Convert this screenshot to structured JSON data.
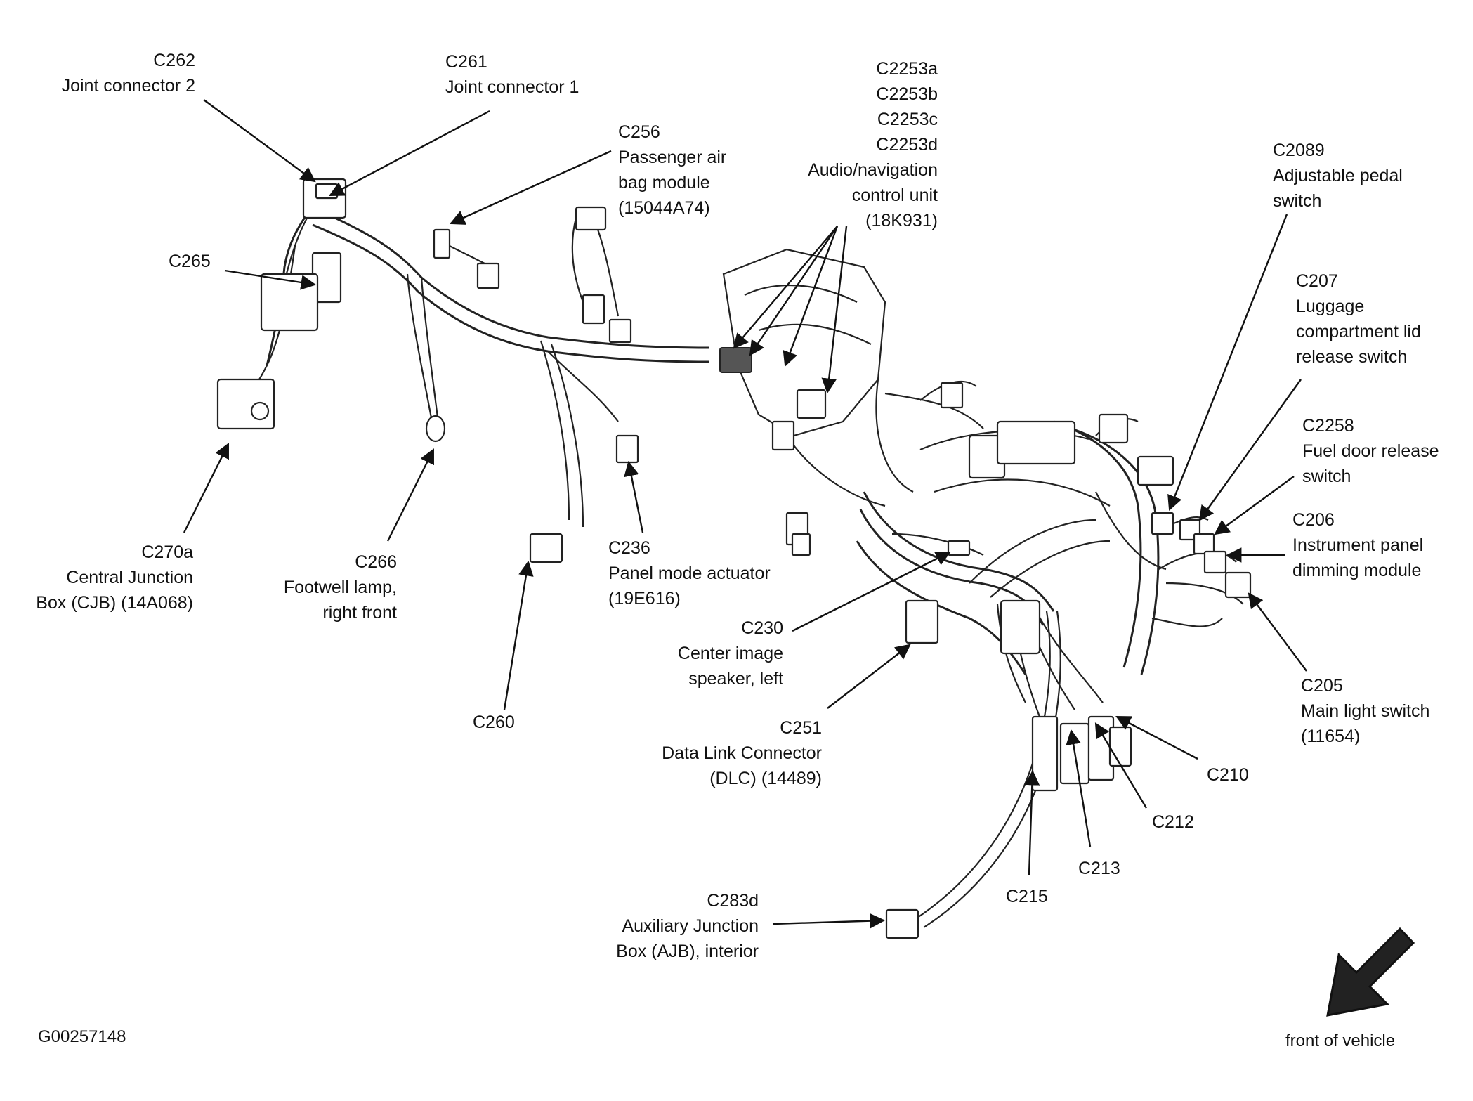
{
  "diagram_id": "G00257148",
  "direction_label": "front of vehicle",
  "icons": {
    "direction": "front-of-vehicle-arrow-icon"
  },
  "labels": {
    "c262": [
      "C262",
      "Joint connector 2"
    ],
    "c261": [
      "C261",
      "Joint connector 1"
    ],
    "c256": [
      "C256",
      "Passenger air",
      "bag module",
      "(15044A74)"
    ],
    "c2253": [
      "C2253a",
      "C2253b",
      "C2253c",
      "C2253d",
      "Audio/navigation",
      "control unit",
      "(18K931)"
    ],
    "c2089": [
      "C2089",
      "Adjustable pedal",
      "switch"
    ],
    "c207": [
      "C207",
      "Luggage",
      "compartment lid",
      "release switch"
    ],
    "c2258": [
      "C2258",
      "Fuel door release",
      "switch"
    ],
    "c206": [
      "C206",
      "Instrument panel",
      "dimming module"
    ],
    "c205": [
      "C205",
      "Main light switch",
      "(11654)"
    ],
    "c265": [
      "C265"
    ],
    "c270a": [
      "C270a",
      "Central Junction",
      "Box (CJB) (14A068)"
    ],
    "c266": [
      "C266",
      "Footwell lamp,",
      "right front"
    ],
    "c260": [
      "C260"
    ],
    "c236": [
      "C236",
      "Panel mode actuator",
      "(19E616)"
    ],
    "c230": [
      "C230",
      "Center image",
      "speaker, left"
    ],
    "c251": [
      "C251",
      "Data Link Connector",
      "(DLC) (14489)"
    ],
    "c210": [
      "C210"
    ],
    "c212": [
      "C212"
    ],
    "c213": [
      "C213"
    ],
    "c215": [
      "C215"
    ],
    "c283d": [
      "C283d",
      "Auxiliary Junction",
      "Box (AJB), interior"
    ]
  }
}
